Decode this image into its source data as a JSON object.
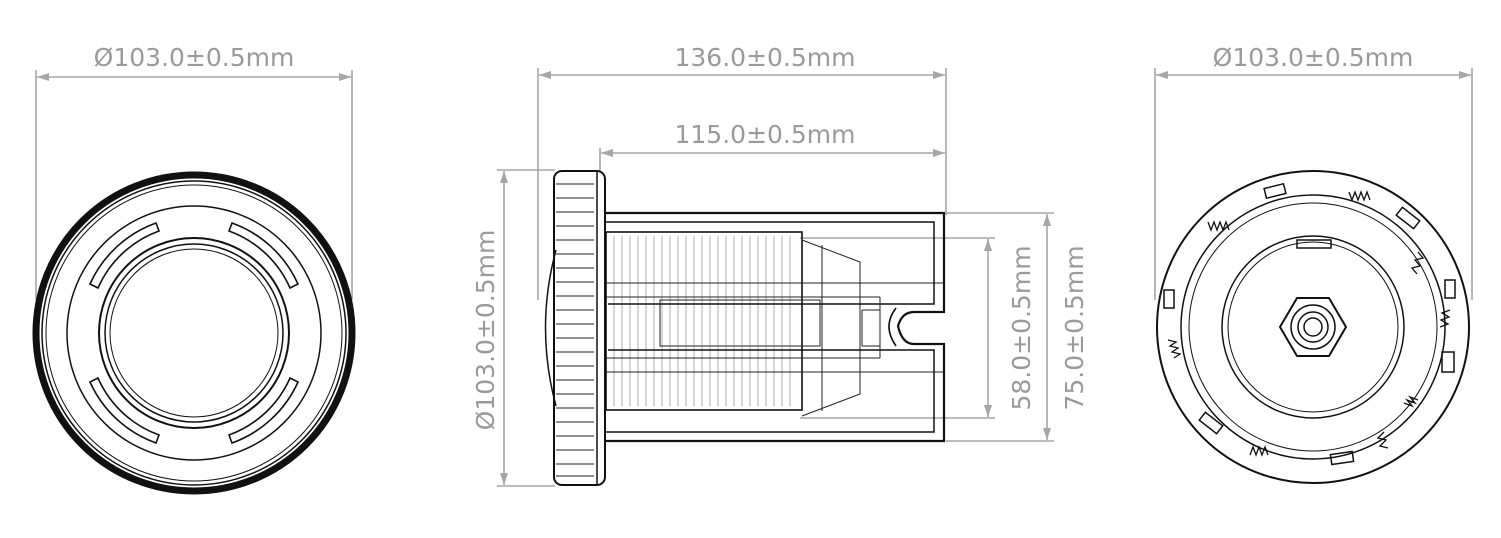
{
  "views": {
    "front": {
      "diameter_label": "Ø103.0±0.5mm"
    },
    "side": {
      "overall_length_label": "136.0±0.5mm",
      "body_length_label": "115.0±0.5mm",
      "flange_diameter_label": "Ø103.0±0.5mm",
      "inner_height_label": "58.0±0.5mm",
      "outer_height_label": "75.0±0.5mm"
    },
    "rear": {
      "diameter_label": "Ø103.0±0.5mm"
    }
  },
  "colors": {
    "dimension": "#9a9a9a",
    "outline": "#111111"
  }
}
